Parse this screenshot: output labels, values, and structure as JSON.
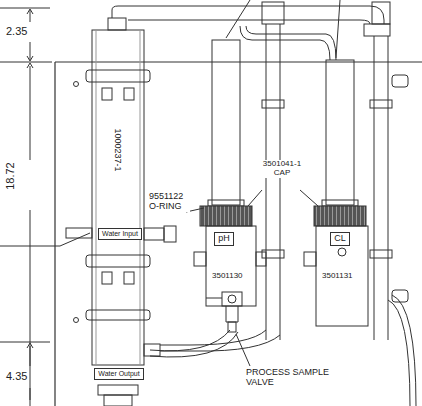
{
  "diagram": {
    "nodes": [
      {
        "text": [
          "Water Input"
        ]
      },
      {
        "text": [
          "Water Output"
        ]
      },
      {
        "text": [
          "pH"
        ]
      },
      {
        "text": [
          "CL"
        ]
      }
    ],
    "labels": [
      "2.35",
      "18.72",
      "4.35",
      "1000237-1",
      "9551122 O-RING",
      "3501041-1 CAP",
      "3501130",
      "3501131",
      "PROCESS SAMPLE VALVE"
    ]
  }
}
